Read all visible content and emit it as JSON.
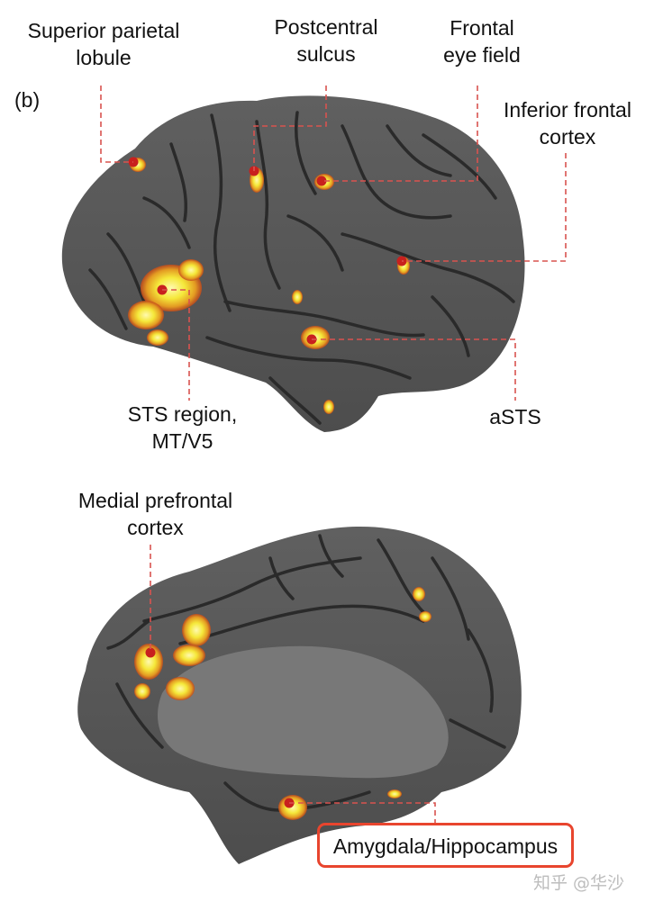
{
  "panel_label": "(b)",
  "lateral_view": {
    "labels": {
      "superior_parietal": [
        "Superior parietal",
        "lobule"
      ],
      "postcentral_sulcus": [
        "Postcentral",
        "sulcus"
      ],
      "frontal_eye_field": [
        "Frontal",
        "eye field"
      ],
      "inferior_frontal": [
        "Inferior frontal",
        "cortex"
      ],
      "sts_region": [
        "STS region,",
        "MT/V5"
      ],
      "asts": [
        "aSTS"
      ]
    }
  },
  "medial_view": {
    "labels": {
      "medial_prefrontal": [
        "Medial prefrontal",
        "cortex"
      ],
      "amygdala_hippocampus": [
        "Amygdala/Hippocampus"
      ]
    }
  },
  "watermark": "知乎 @华沙",
  "colors": {
    "brain": "#565656",
    "sulcus": "#2a2a2a",
    "activation_core": "#f5e83a",
    "activation_edge": "#d8641c",
    "marker": "#c8201e",
    "leader_line": "#d9534f",
    "highlight": "#e8452e"
  }
}
